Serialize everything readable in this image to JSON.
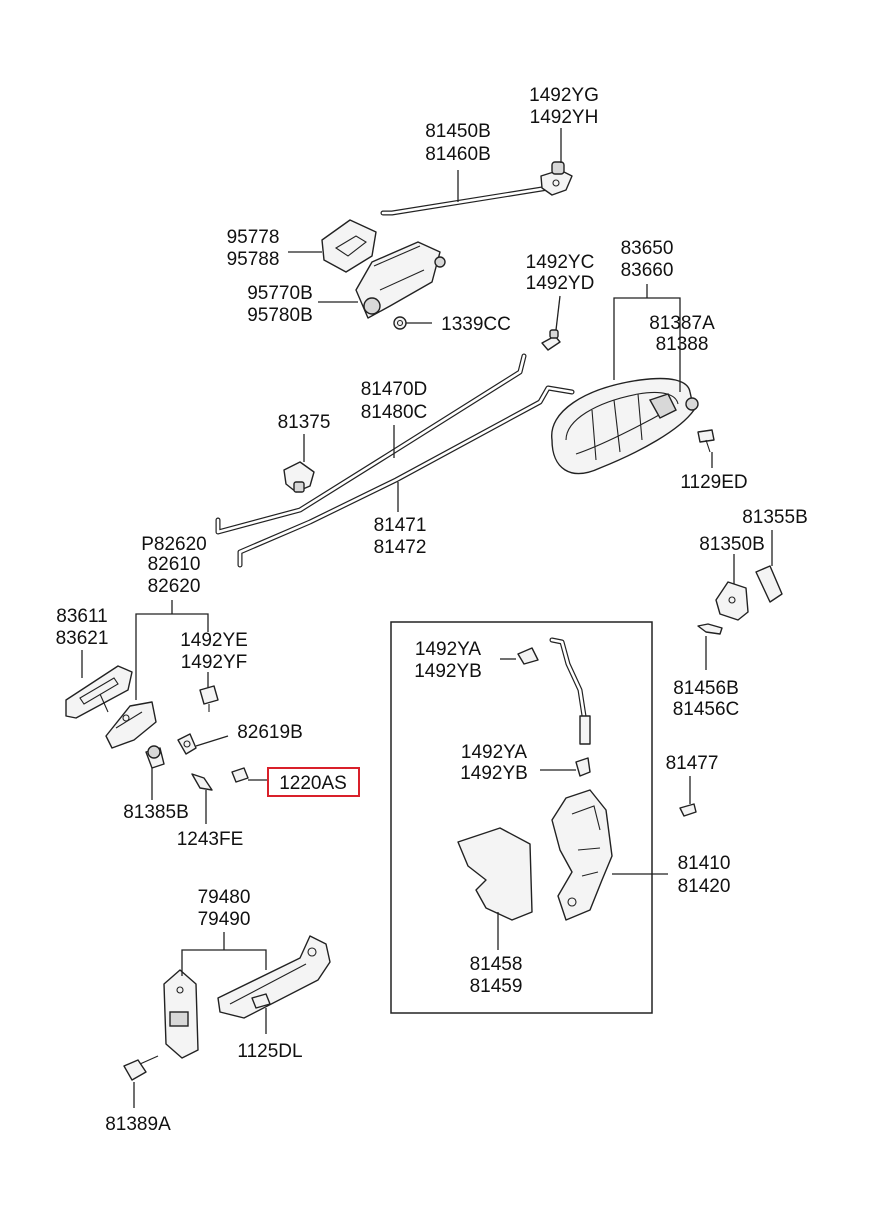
{
  "labels": {
    "p1492YG": "1492YG",
    "p1492YH": "1492YH",
    "p81450B": "81450B",
    "p81460B": "81460B",
    "p95778": "95778",
    "p95788": "95788",
    "p95770B": "95770B",
    "p95780B": "95780B",
    "p1339CC": "1339CC",
    "p1492YC": "1492YC",
    "p1492YD": "1492YD",
    "p83650": "83650",
    "p83660": "83660",
    "p81387A": "81387A",
    "p81388": "81388",
    "p81470D": "81470D",
    "p81480C": "81480C",
    "p81375": "81375",
    "p1129ED": "1129ED",
    "p81471": "81471",
    "p81472": "81472",
    "p81355B": "81355B",
    "p81350B": "81350B",
    "pP82620": "P82620",
    "p82610": "82610",
    "p82620": "82620",
    "p83611": "83611",
    "p83621": "83621",
    "p1492YE": "1492YE",
    "p1492YF": "1492YF",
    "p1492YA_top": "1492YA",
    "p1492YB_top": "1492YB",
    "p82619B": "82619B",
    "p1220AS": "1220AS",
    "p81456B": "81456B",
    "p81456C": "81456C",
    "p1492YA_mid": "1492YA",
    "p1492YB_mid": "1492YB",
    "p81477": "81477",
    "p81385B": "81385B",
    "p1243FE": "1243FE",
    "p81410": "81410",
    "p81420": "81420",
    "p79480": "79480",
    "p79490": "79490",
    "p81458": "81458",
    "p81459": "81459",
    "p1125DL": "1125DL",
    "p81389A": "81389A"
  },
  "colors": {
    "highlight_box": "#d9202a",
    "line": "#222222",
    "background": "#ffffff"
  }
}
